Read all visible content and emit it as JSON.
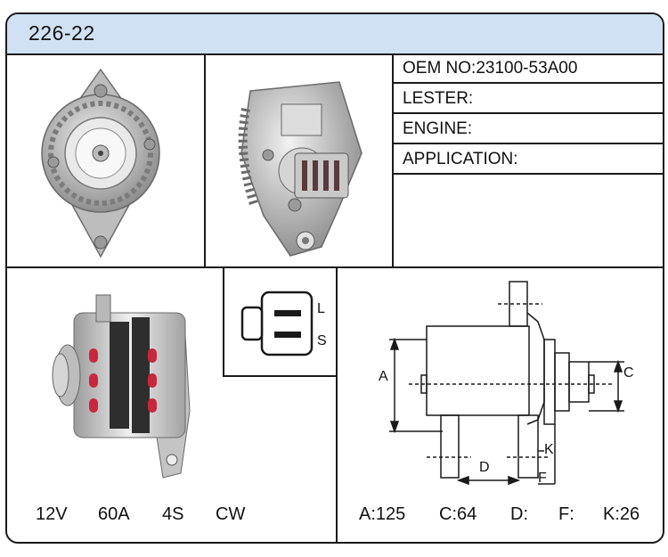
{
  "header": {
    "model": "226-22"
  },
  "specs": [
    {
      "label": "OEM NO:",
      "value": "23100-53A00"
    },
    {
      "label": "LESTER:",
      "value": ""
    },
    {
      "label": "ENGINE:",
      "value": ""
    },
    {
      "label": "APPLICATION:",
      "value": ""
    }
  ],
  "electrical": {
    "voltage": "12V",
    "amperage": "60A",
    "pulley": "4S",
    "rotation": "CW"
  },
  "connector": {
    "terminal_top": "L",
    "terminal_bottom": "S"
  },
  "diagram": {
    "label_a": "A",
    "label_c": "C",
    "label_d": "D",
    "label_f": "F",
    "label_k": "K"
  },
  "dimensions": {
    "a": "A:125",
    "c": "C:64",
    "d": "D:",
    "f": "F:",
    "k": "K:26"
  },
  "colors": {
    "header_bg": "#cfe1f3",
    "border": "#1a1a1a",
    "accent_red": "#c8283c"
  }
}
